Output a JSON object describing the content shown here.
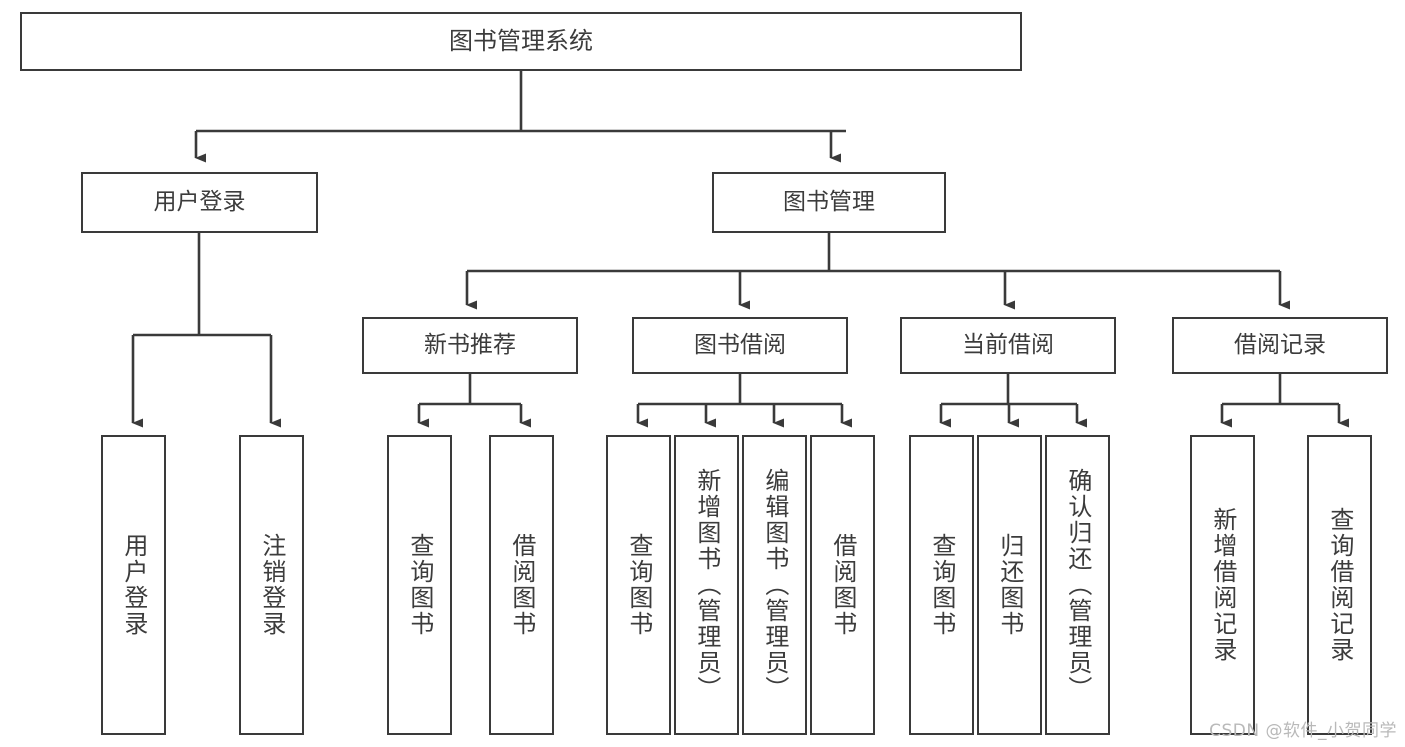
{
  "diagram": {
    "type": "tree-hierarchy-diagram",
    "title": "图书管理系统",
    "watermark": "CSDN @软件_小贺同学",
    "colors": {
      "box_border": "#3a3a3a",
      "box_fill": "#ffffff",
      "text": "#3c3c3c",
      "connector": "#3a3a3a",
      "watermark": "#b9b9b9"
    },
    "nodes": {
      "root": {
        "label": "图书管理系统",
        "level": 1
      },
      "level2": [
        {
          "id": "user-login",
          "label": "用户登录"
        },
        {
          "id": "book-management",
          "label": "图书管理"
        }
      ],
      "level3": [
        {
          "id": "new-book-recommend",
          "label": "新书推荐",
          "parent": "book-management"
        },
        {
          "id": "book-borrow",
          "label": "图书借阅",
          "parent": "book-management"
        },
        {
          "id": "current-borrow",
          "label": "当前借阅",
          "parent": "book-management"
        },
        {
          "id": "borrow-record",
          "label": "借阅记录",
          "parent": "book-management"
        }
      ],
      "leaves": [
        {
          "id": "leaf-user-login",
          "label": "用户登录",
          "parent": "user-login"
        },
        {
          "id": "leaf-logout",
          "label": "注销登录",
          "parent": "user-login"
        },
        {
          "id": "leaf-query-book-1",
          "label": "查询图书",
          "parent": "new-book-recommend"
        },
        {
          "id": "leaf-borrow-book-1",
          "label": "借阅图书",
          "parent": "new-book-recommend"
        },
        {
          "id": "leaf-query-book-2",
          "label": "查询图书",
          "parent": "book-borrow"
        },
        {
          "id": "leaf-add-book",
          "label": "新增图书（管理员）",
          "parent": "book-borrow"
        },
        {
          "id": "leaf-edit-book",
          "label": "编辑图书（管理员）",
          "parent": "book-borrow"
        },
        {
          "id": "leaf-borrow-book-2",
          "label": "借阅图书",
          "parent": "book-borrow"
        },
        {
          "id": "leaf-query-book-3",
          "label": "查询图书",
          "parent": "current-borrow"
        },
        {
          "id": "leaf-return-book",
          "label": "归还图书",
          "parent": "current-borrow"
        },
        {
          "id": "leaf-confirm-return",
          "label": "确认归还（管理员）",
          "parent": "current-borrow"
        },
        {
          "id": "leaf-add-record",
          "label": "新增借阅记录",
          "parent": "borrow-record"
        },
        {
          "id": "leaf-query-record",
          "label": "查询借阅记录",
          "parent": "borrow-record"
        }
      ]
    }
  }
}
